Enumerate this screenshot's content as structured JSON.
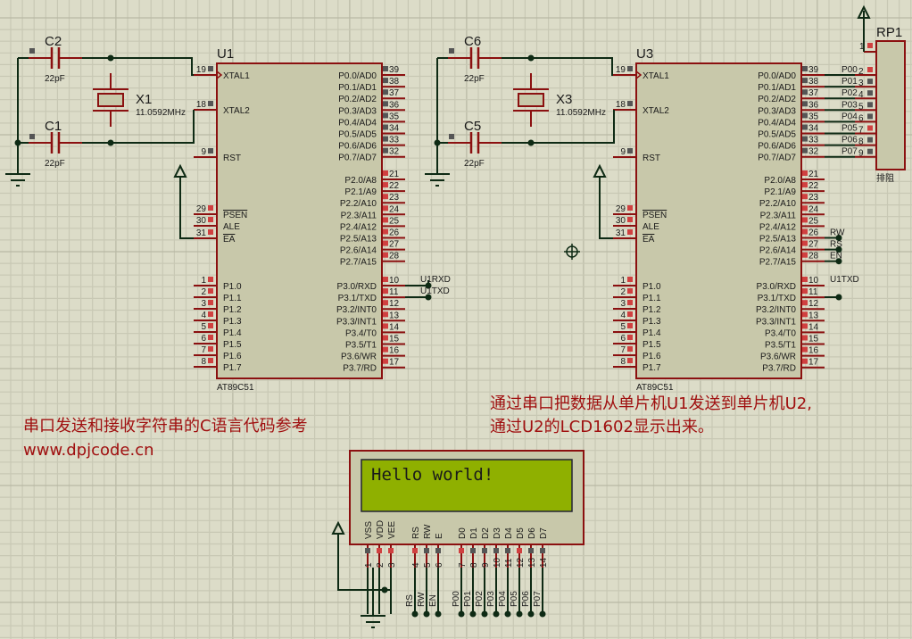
{
  "colors": {
    "background": "#dcdcc8",
    "grid_minor": "#c8c8b4",
    "grid_major": "#b8b8a4",
    "wire": "#0e2a14",
    "pin": "#8b1010",
    "component_fill": "#c8c8aa",
    "component_border": "#8b1010",
    "lcd_screen": "#8fb000",
    "note_text": "#a01010"
  },
  "mcu_u1": {
    "ref": "U1",
    "part": "AT89C51",
    "left_pins": [
      {
        "num": "19",
        "name": "XTAL1"
      },
      {
        "num": "18",
        "name": "XTAL2"
      },
      {
        "num": "9",
        "name": "RST"
      },
      {
        "num": "29",
        "name": "PSEN"
      },
      {
        "num": "30",
        "name": "ALE"
      },
      {
        "num": "31",
        "name": "EA"
      },
      {
        "num": "1",
        "name": "P1.0"
      },
      {
        "num": "2",
        "name": "P1.1"
      },
      {
        "num": "3",
        "name": "P1.2"
      },
      {
        "num": "4",
        "name": "P1.3"
      },
      {
        "num": "5",
        "name": "P1.4"
      },
      {
        "num": "6",
        "name": "P1.5"
      },
      {
        "num": "7",
        "name": "P1.6"
      },
      {
        "num": "8",
        "name": "P1.7"
      }
    ],
    "right_pins": [
      {
        "num": "39",
        "name": "P0.0/AD0"
      },
      {
        "num": "38",
        "name": "P0.1/AD1"
      },
      {
        "num": "37",
        "name": "P0.2/AD2"
      },
      {
        "num": "36",
        "name": "P0.3/AD3"
      },
      {
        "num": "35",
        "name": "P0.4/AD4"
      },
      {
        "num": "34",
        "name": "P0.5/AD5"
      },
      {
        "num": "33",
        "name": "P0.6/AD6"
      },
      {
        "num": "32",
        "name": "P0.7/AD7"
      },
      {
        "num": "21",
        "name": "P2.0/A8"
      },
      {
        "num": "22",
        "name": "P2.1/A9"
      },
      {
        "num": "23",
        "name": "P2.2/A10"
      },
      {
        "num": "24",
        "name": "P2.3/A11"
      },
      {
        "num": "25",
        "name": "P2.4/A12"
      },
      {
        "num": "26",
        "name": "P2.5/A13"
      },
      {
        "num": "27",
        "name": "P2.6/A14"
      },
      {
        "num": "28",
        "name": "P2.7/A15"
      },
      {
        "num": "10",
        "name": "P3.0/RXD"
      },
      {
        "num": "11",
        "name": "P3.1/TXD"
      },
      {
        "num": "12",
        "name": "P3.2/INT0"
      },
      {
        "num": "13",
        "name": "P3.3/INT1"
      },
      {
        "num": "14",
        "name": "P3.4/T0"
      },
      {
        "num": "15",
        "name": "P3.5/T1"
      },
      {
        "num": "16",
        "name": "P3.6/WR"
      },
      {
        "num": "17",
        "name": "P3.7/RD"
      }
    ],
    "net_labels": [
      "U1RXD",
      "U1TXD"
    ]
  },
  "mcu_u3": {
    "ref": "U3",
    "part": "AT89C51",
    "net_labels": [
      "RW",
      "RS",
      "EN",
      "U1TXD"
    ]
  },
  "crystal_u1": {
    "ref": "X1",
    "value": "11.0592MHz"
  },
  "crystal_u3": {
    "ref": "X3",
    "value": "11.0592MHz"
  },
  "capacitors": [
    {
      "ref": "C2",
      "value": "22pF"
    },
    {
      "ref": "C1",
      "value": "22pF"
    },
    {
      "ref": "C6",
      "value": "22pF"
    },
    {
      "ref": "C5",
      "value": "22pF"
    }
  ],
  "resistor_pack": {
    "ref": "RP1",
    "part": "排阻",
    "pins": [
      "1",
      "2",
      "3",
      "4",
      "5",
      "6",
      "7",
      "8",
      "9"
    ],
    "net_labels": [
      "P00",
      "P01",
      "P02",
      "P03",
      "P04",
      "P05",
      "P06",
      "P07"
    ]
  },
  "lcd": {
    "display_text": "Hello world!",
    "pin_names": [
      "VSS",
      "VDD",
      "VEE",
      "RS",
      "RW",
      "E",
      "D0",
      "D1",
      "D2",
      "D3",
      "D4",
      "D5",
      "D6",
      "D7"
    ],
    "pin_numbers": [
      "1",
      "2",
      "3",
      "4",
      "5",
      "6",
      "7",
      "8",
      "9",
      "10",
      "11",
      "12",
      "13",
      "14"
    ],
    "net_labels": [
      "RS",
      "RW",
      "EN",
      "P00",
      "P01",
      "P02",
      "P03",
      "P04",
      "P05",
      "P06",
      "P07"
    ]
  },
  "notes": {
    "left_line1": "串口发送和接收字符串的C语言代码参考",
    "left_line2": "www.dpjcode.cn",
    "right_line1": "通过串口把数据从单片机U1发送到单片机U2,",
    "right_line2": "通过U2的LCD1602显示出来。"
  }
}
